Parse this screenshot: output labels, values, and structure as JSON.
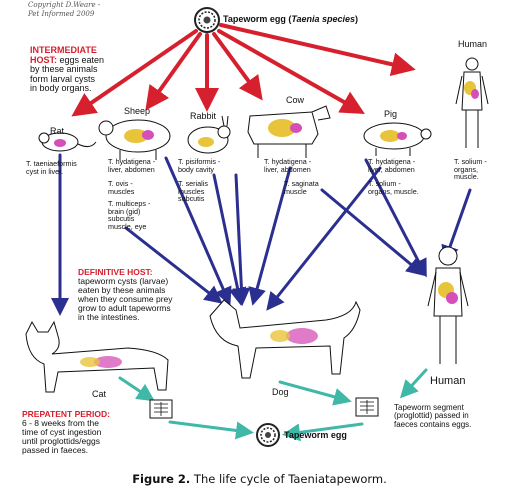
{
  "copyright": [
    "Copyright D.Weare -",
    "Pet Informed 2009"
  ],
  "egg_top": {
    "prefix": "Tapeworm egg (",
    "species": "Taenia species",
    "suffix": ")"
  },
  "intermediate": {
    "heading1": "INTERMEDIATE",
    "heading2": "HOST:",
    "text": " eggs eaten\nby these animals\nform larval cysts\nin body organs."
  },
  "animals": {
    "rat": "Rat",
    "sheep": "Sheep",
    "rabbit": "Rabbit",
    "cow": "Cow",
    "pig": "Pig",
    "human_top": "Human",
    "cat": "Cat",
    "dog": "Dog",
    "human_bottom": "Human"
  },
  "cysts": {
    "rat": "T. taeniaeformis\ncyst in liver.",
    "sheep_1": "T. hydatigena -\nliver, abdomen",
    "sheep_2": "T. ovis -\nmuscles",
    "sheep_3": "T. multiceps -\nbrain (gid)\nsubcutis\nmuscle, eye",
    "rabbit_1": "T. pisiformis -\nbody cavity",
    "rabbit_2": "T. serialis\nmuscles\nsubcutis",
    "cow_1": "T. hydatigena -\nliver, abdomen",
    "cow_2": "T. saginata\nmuscle",
    "pig_1": "T. hydatigena -\nliver, abdomen",
    "pig_2": "T. solium -\norgans, muscle.",
    "human_1": "T. solium -\norgans,\nmuscle."
  },
  "definitive": {
    "heading": "DEFINITIVE HOST:",
    "text": "tapeworm cysts (larvae)\neaten by these animals\nwhen they consume prey\ngrow to adult tapeworms\nin the intestines."
  },
  "prepatent": {
    "heading": "PREPATENT PERIOD:",
    "text": "6 - 8 weeks from the\ntime of cyst ingestion\nuntil proglottids/eggs\npassed in faeces."
  },
  "segment_text": "Tapeworm segment\n(proglottid) passed in\nfaeces contains eggs.",
  "egg_bottom": "Tapeworm egg",
  "caption": {
    "bold": "Figure 2.",
    "rest": " The life cycle of Taeniatapeworm."
  },
  "colors": {
    "red_arrow": "#d6202e",
    "blue_arrow": "#2b2f8f",
    "teal_arrow": "#3fb8a8",
    "organ_pink": "#d64fb8",
    "organ_yellow": "#e8c43a"
  }
}
